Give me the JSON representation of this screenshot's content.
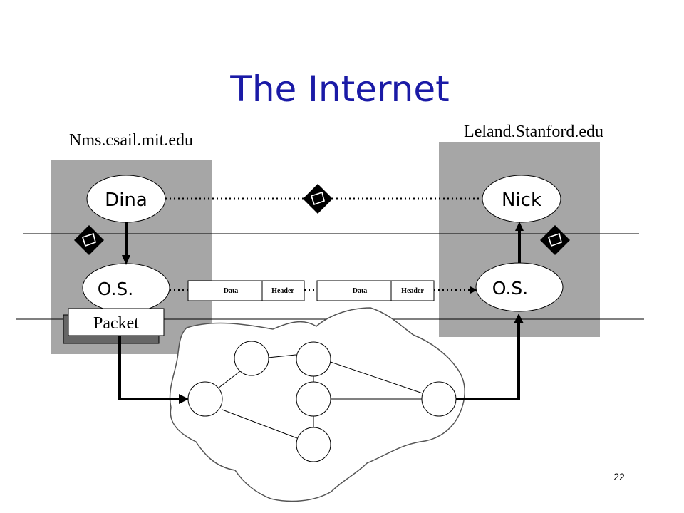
{
  "slide": {
    "title": "The Internet",
    "page_number": "22"
  },
  "hosts": {
    "left": {
      "name": "Nms.csail.mit.edu",
      "user": "Dina",
      "os": "O.S."
    },
    "right": {
      "name": "Leland.Stanford.edu",
      "user": "Nick",
      "os": "O.S."
    }
  },
  "packets": [
    {
      "data": "Data",
      "header": "Header"
    },
    {
      "data": "Data",
      "header": "Header"
    }
  ],
  "packet_label": "Packet",
  "icons": [
    "pencil-icon",
    "pencil-icon",
    "pencil-icon"
  ],
  "colors": {
    "title": "#1a1aa6",
    "host_box": "#a6a6a6"
  }
}
